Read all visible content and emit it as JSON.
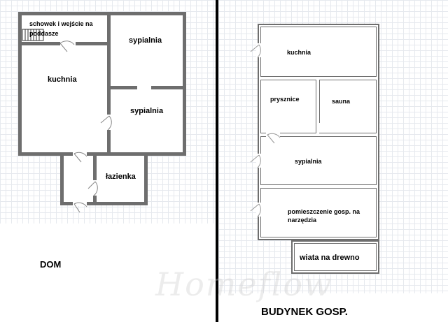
{
  "house": {
    "title": "DOM",
    "rooms": {
      "storage": "schowek i wejście na poddasze",
      "kitchen": "kuchnia",
      "bedroom_top": "sypialnia",
      "bedroom_mid": "sypialnia",
      "bathroom": "łazienka"
    }
  },
  "outbuilding": {
    "title": "BUDYNEK GOSP.",
    "rooms": {
      "kitchen": "kuchnia",
      "showers": "prysznice",
      "sauna": "sauna",
      "bedroom": "sypialnia",
      "utility": "pomieszczenie gosp. na narzędzia",
      "woodshed": "wiata na drewno"
    }
  }
}
